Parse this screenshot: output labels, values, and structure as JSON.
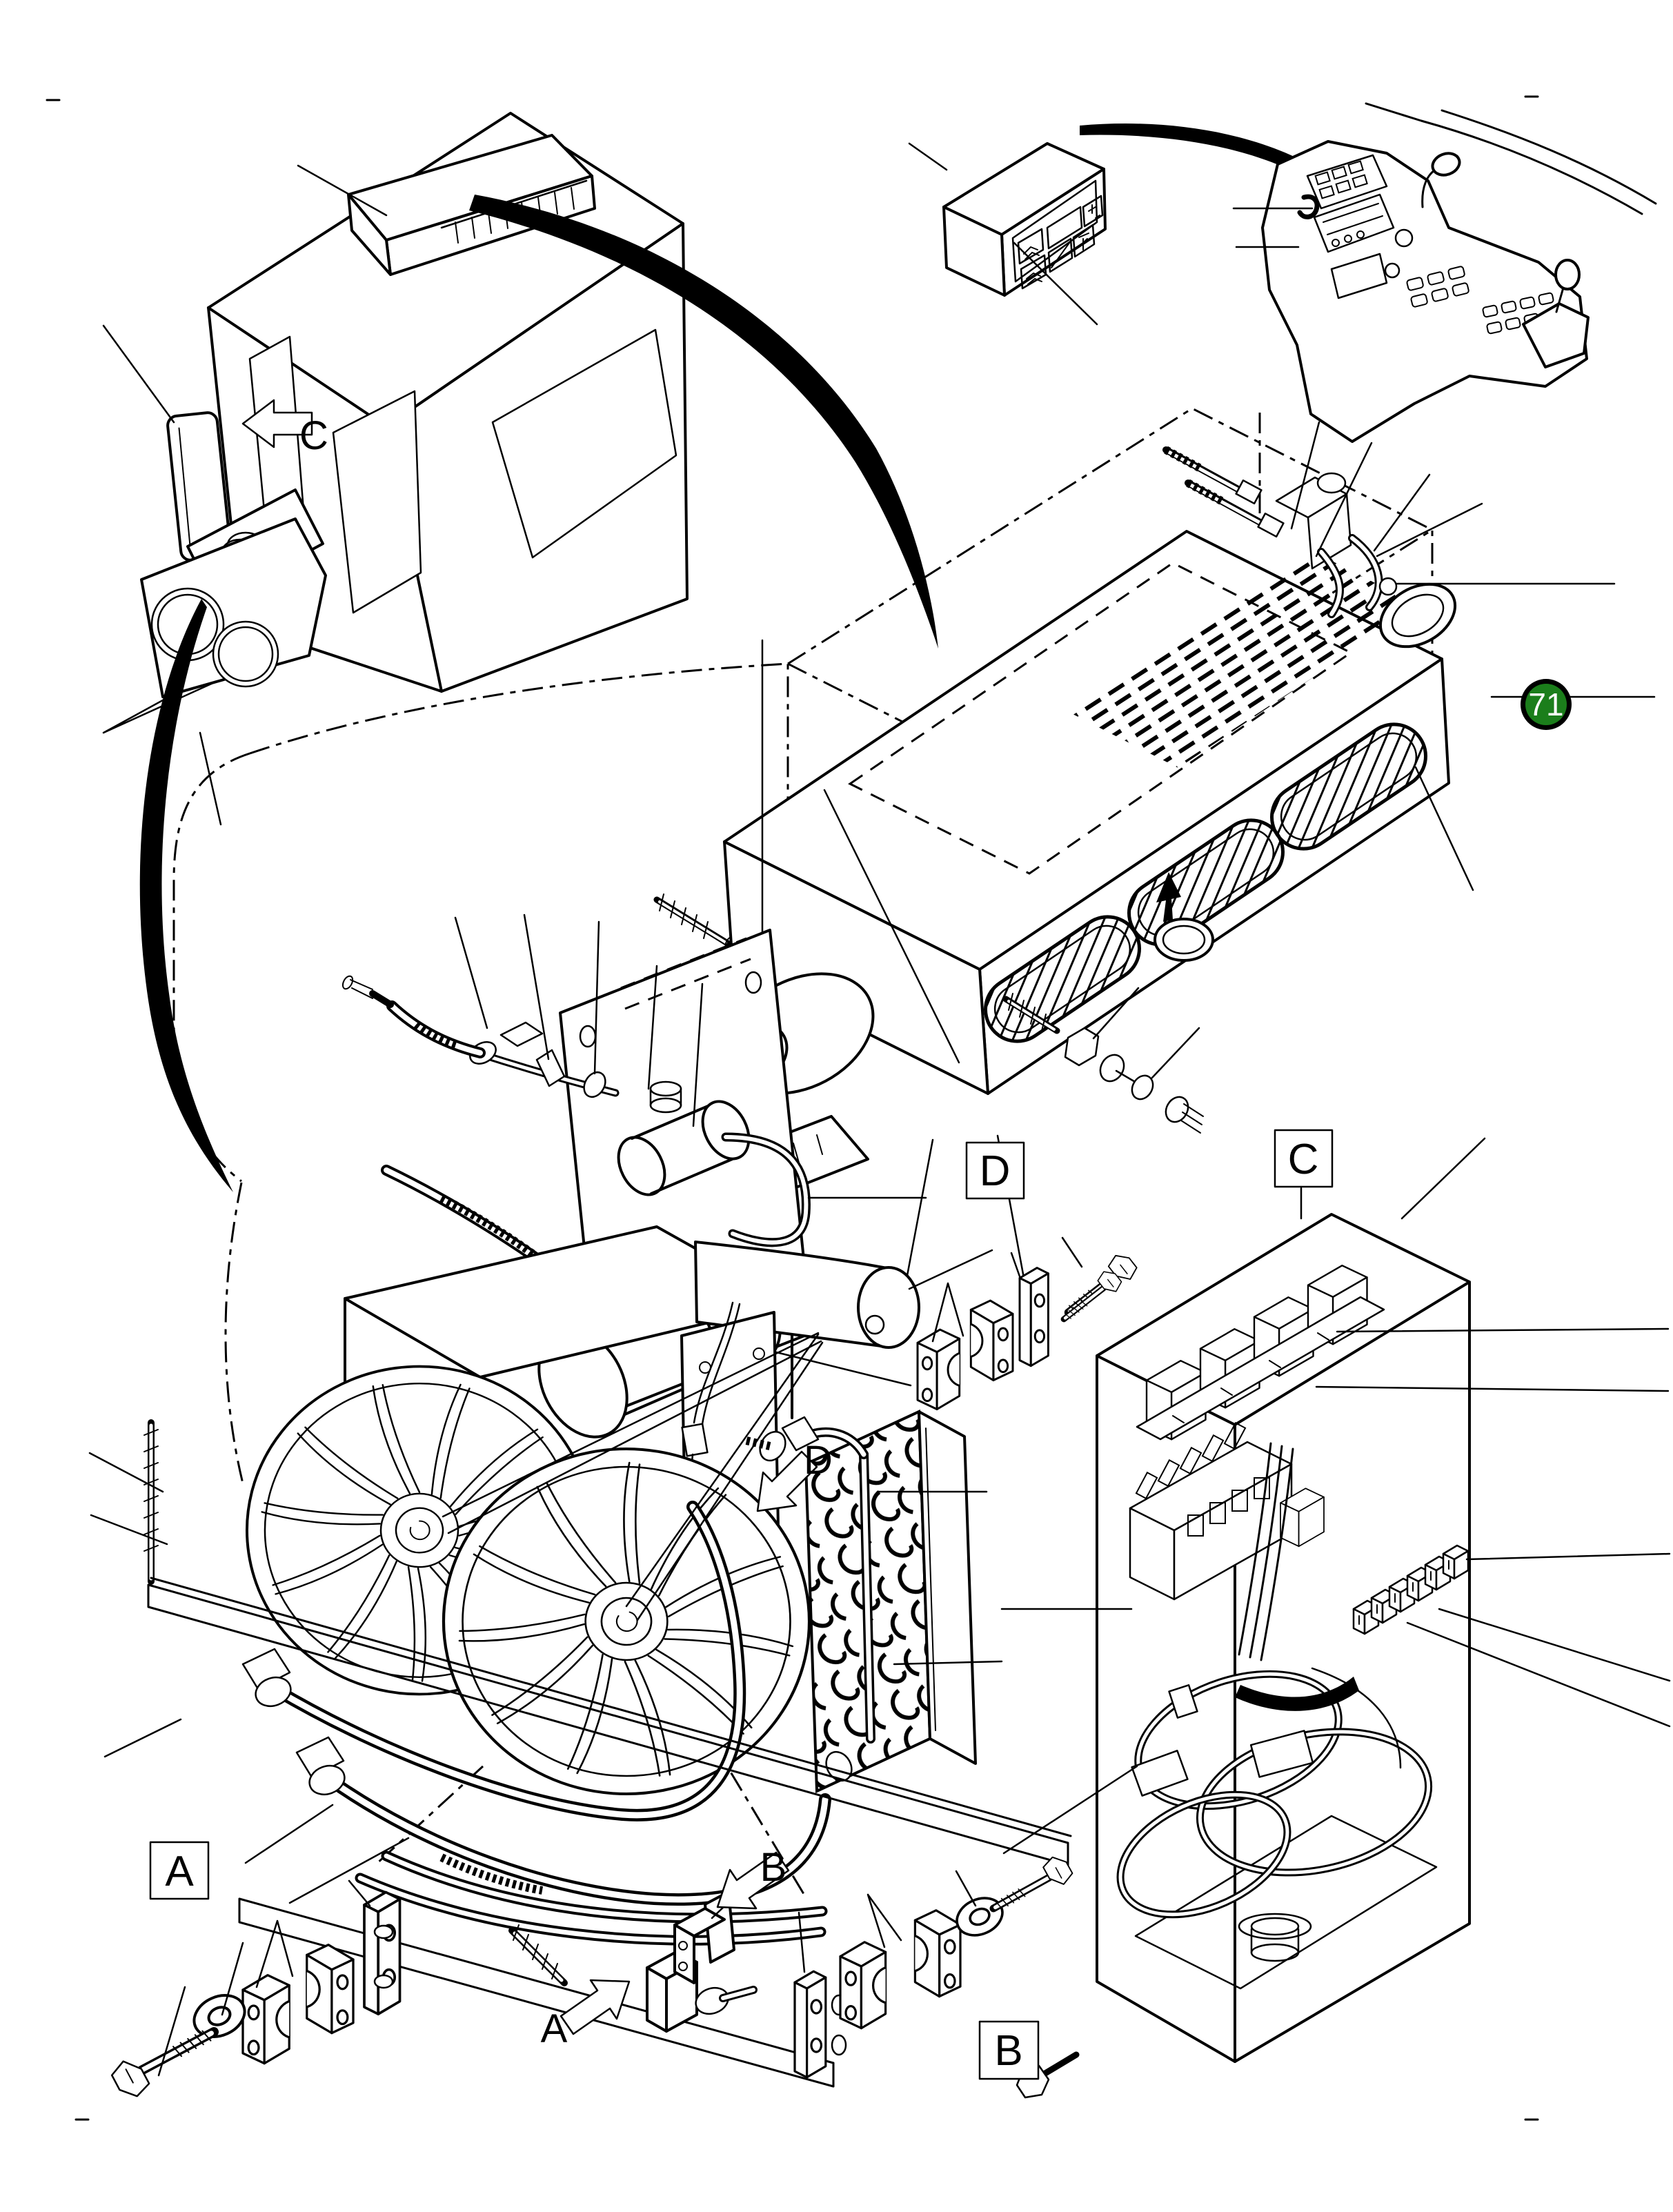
{
  "labels": {
    "box_a": "A",
    "box_b": "B",
    "box_c": "C",
    "box_d": "D",
    "arrow_a": "A",
    "arrow_b": "B",
    "arrow_c": "C",
    "arrow_d": "D"
  },
  "badge": {
    "number": "71",
    "bg_color": "#1b7e1b",
    "ring_color": "#000000",
    "text_color": "#ffffff"
  },
  "colors": {
    "line": "#000000",
    "background": "#ffffff"
  }
}
